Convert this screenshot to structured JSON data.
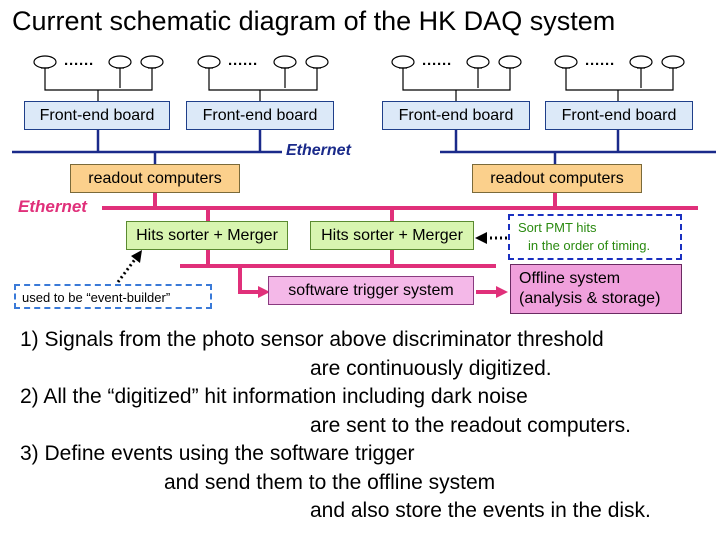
{
  "title": "Current schematic diagram of the HK DAQ system",
  "front_end_boards": [
    "Front-end board",
    "Front-end board",
    "Front-end board",
    "Front-end board"
  ],
  "sensor_group_dots": "······",
  "ethernet_top_label": "Ethernet",
  "ethernet_red_label": "Ethernet",
  "readout_computers": [
    "readout computers",
    "readout computers"
  ],
  "hits_sorters": [
    "Hits sorter + Merger",
    "Hits sorter + Merger"
  ],
  "sort_note": [
    "Sort PMT hits",
    "in the order of timing."
  ],
  "event_builder_note": "used to be “event-builder”",
  "software_trigger": "software trigger system",
  "offline_system": [
    "Offline system",
    "(analysis & storage)"
  ],
  "steps": [
    {
      "lines": [
        "1) Signals from the photo sensor above discriminator threshold",
        "are continuously digitized."
      ]
    },
    {
      "lines": [
        "2) All the “digitized” hit information including dark noise",
        "are sent to the readout computers."
      ]
    },
    {
      "lines": [
        "3) Define events using the software trigger",
        "and send them to the offline system",
        "and also store the events in the disk."
      ]
    }
  ],
  "colors": {
    "ethernet_blue": "#1a2a8a",
    "ethernet_red": "#e0307a",
    "front_end_fill": "#dce9f8",
    "readout_fill": "#fbd08c",
    "hits_sorter_fill": "#d8f5b0",
    "software_trigger_fill": "#f4b8e8",
    "offline_fill": "#f0a0dc",
    "note_border": "#1a30c0",
    "note_text": "#2a8a10"
  }
}
